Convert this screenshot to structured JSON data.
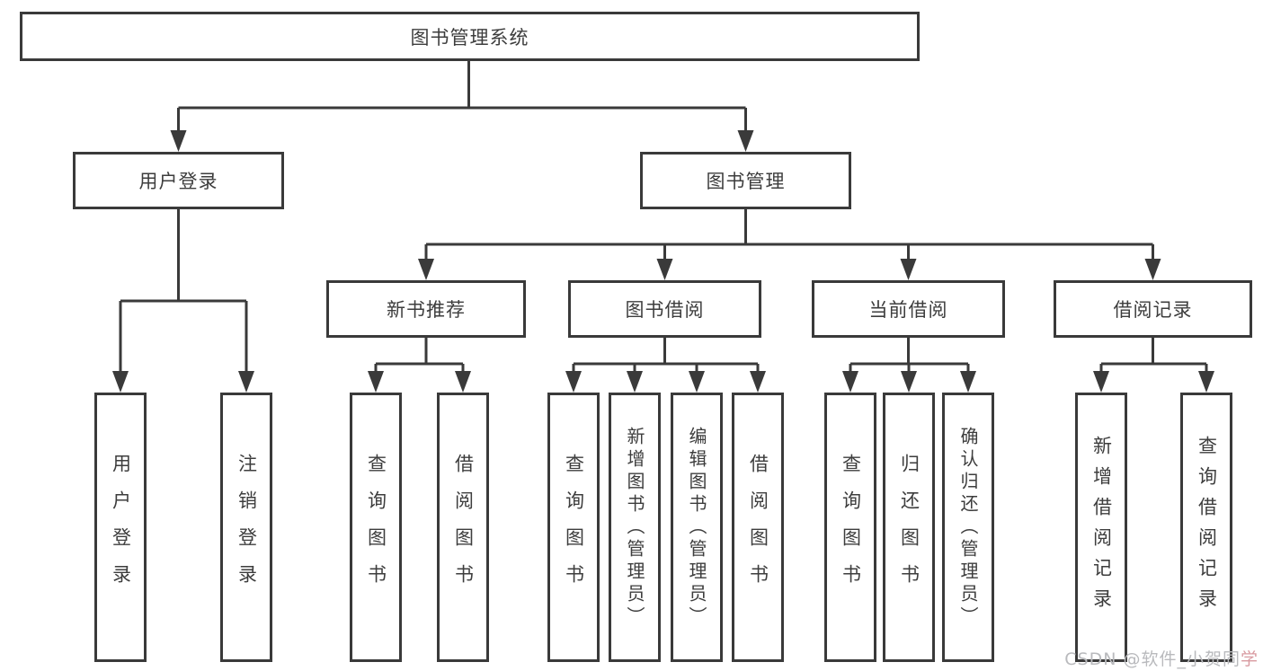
{
  "diagram": {
    "type": "hierarchy-tree",
    "title": "图书管理系统"
  },
  "nodes": {
    "root": {
      "label": "图书管理系统"
    },
    "level2": {
      "user_login": {
        "label": "用户登录"
      },
      "book_mgmt": {
        "label": "图书管理"
      }
    },
    "level3": {
      "new_book_rec": {
        "label": "新书推荐"
      },
      "book_borrow": {
        "label": "图书借阅"
      },
      "current_borrow": {
        "label": "当前借阅"
      },
      "borrow_record": {
        "label": "借阅记录"
      }
    },
    "level4": {
      "user_login_leaf": {
        "label": "用户登录"
      },
      "logout": {
        "label": "注销登录"
      },
      "rec_query_book": {
        "label": "查询图书"
      },
      "rec_borrow_book": {
        "label": "借阅图书"
      },
      "bb_query_book": {
        "label": "查询图书"
      },
      "bb_add_book": {
        "label": "新增图书（管理员）"
      },
      "bb_edit_book": {
        "label": "编辑图书（管理员）"
      },
      "bb_borrow_book": {
        "label": "借阅图书"
      },
      "cb_query_book": {
        "label": "查询图书"
      },
      "cb_return_book": {
        "label": "归还图书"
      },
      "cb_confirm_return": {
        "label": "确认归还（管理员）"
      },
      "br_add_record": {
        "label": "新增借阅记录"
      },
      "br_query_record": {
        "label": "查询借阅记录"
      }
    }
  },
  "watermark": {
    "text": "CSDN @软件_小贺同",
    "accent": "学"
  },
  "colors": {
    "background": "#ffffff",
    "line": "#3a3a3a",
    "box_border": "#3a3a3a",
    "box_fill": "#ffffff",
    "text": "#3d3d3d",
    "watermark": "#b9babd",
    "watermark_accent": "#d89aa0"
  }
}
